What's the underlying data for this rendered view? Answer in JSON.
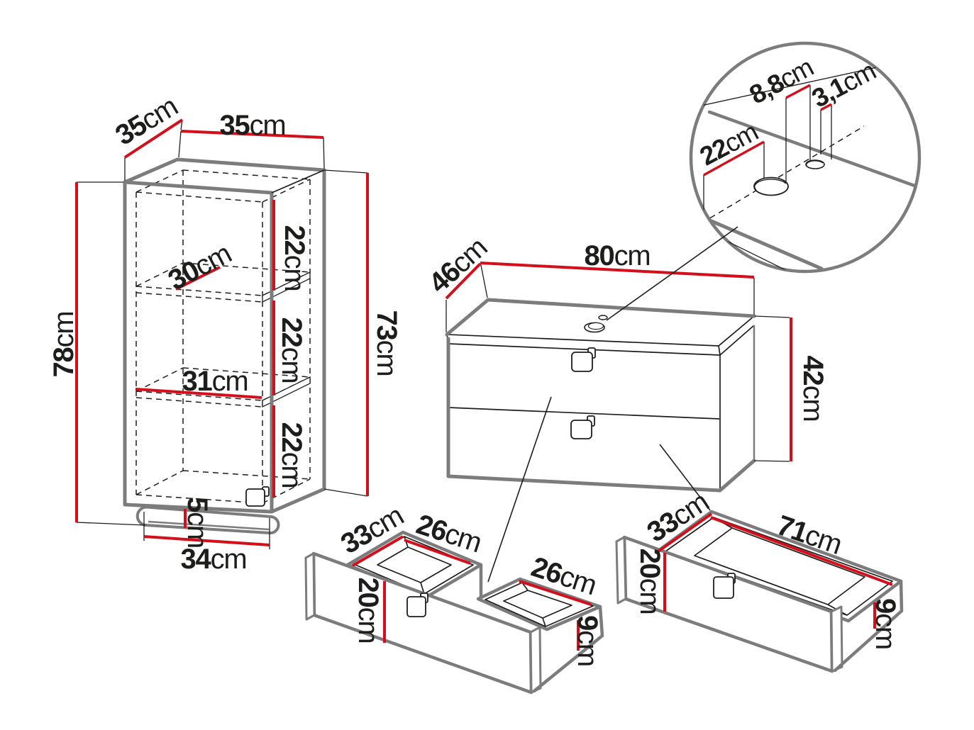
{
  "unit": "cm",
  "colors": {
    "dimension_red": "#d40f1c",
    "outline_gray": "#7c7c7c",
    "line_black": "#1d1d1b",
    "background": "#ffffff"
  },
  "dims": {
    "cabinet_top_depth": "35",
    "cabinet_top_width": "35",
    "cabinet_height": "78",
    "cabinet_inner_height": "73",
    "cabinet_section_1": "22",
    "cabinet_section_2": "22",
    "cabinet_section_3": "22",
    "cabinet_shelf_depth": "30",
    "cabinet_shelf_width": "31",
    "cabinet_rail_gap": "5",
    "cabinet_bottom_width": "34",
    "vanity_depth": "46",
    "vanity_width": "80",
    "vanity_height": "42",
    "detail_hole_offset": "22",
    "detail_hole_gap": "8,8",
    "detail_hole_diameter": "3,1",
    "mid_drawer_depth": "33",
    "mid_drawer_width_left": "26",
    "mid_drawer_front_height": "20",
    "mid_drawer_width_right": "26",
    "mid_drawer_inner_height": "9",
    "right_drawer_depth": "33",
    "right_drawer_width": "71",
    "right_drawer_front_height": "20",
    "right_drawer_inner_height": "9"
  }
}
